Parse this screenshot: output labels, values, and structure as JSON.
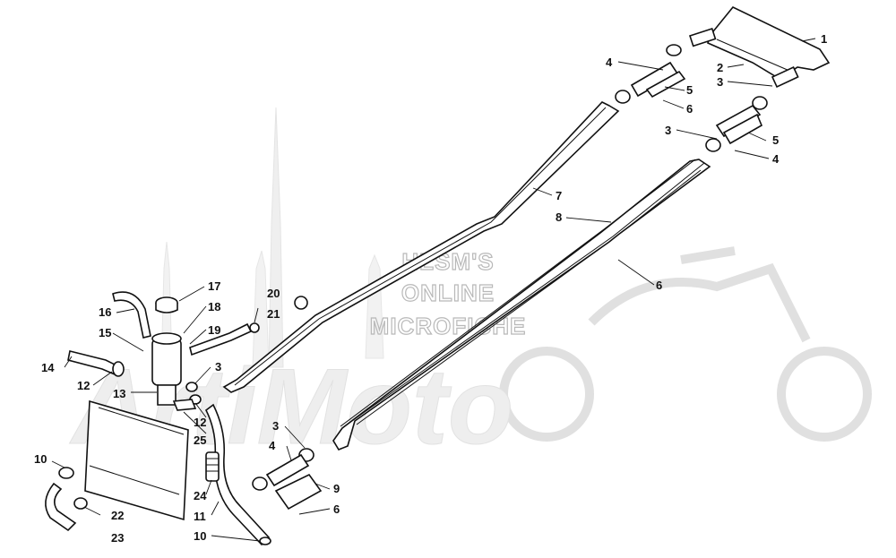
{
  "watermark": {
    "line1": "HLSM'S",
    "line2": "ONLINE",
    "line3": "MICROFICHE",
    "logo": "ArtiMoto"
  },
  "callouts": [
    {
      "id": "c1",
      "text": "1"
    },
    {
      "id": "c2",
      "text": "2"
    },
    {
      "id": "c3a",
      "text": "3"
    },
    {
      "id": "c3b",
      "text": "3"
    },
    {
      "id": "c3c",
      "text": "3"
    },
    {
      "id": "c3d",
      "text": "3"
    },
    {
      "id": "c4a",
      "text": "4"
    },
    {
      "id": "c4b",
      "text": "4"
    },
    {
      "id": "c4c",
      "text": "4"
    },
    {
      "id": "c5a",
      "text": "5"
    },
    {
      "id": "c5b",
      "text": "5"
    },
    {
      "id": "c6a",
      "text": "6"
    },
    {
      "id": "c6b",
      "text": "6"
    },
    {
      "id": "c6c",
      "text": "6"
    },
    {
      "id": "c7",
      "text": "7"
    },
    {
      "id": "c8",
      "text": "8"
    },
    {
      "id": "c9",
      "text": "9"
    },
    {
      "id": "c10a",
      "text": "10"
    },
    {
      "id": "c10b",
      "text": "10"
    },
    {
      "id": "c11",
      "text": "11"
    },
    {
      "id": "c12a",
      "text": "12"
    },
    {
      "id": "c12b",
      "text": "12"
    },
    {
      "id": "c13",
      "text": "13"
    },
    {
      "id": "c14",
      "text": "14"
    },
    {
      "id": "c15",
      "text": "15"
    },
    {
      "id": "c16",
      "text": "16"
    },
    {
      "id": "c17",
      "text": "17"
    },
    {
      "id": "c18",
      "text": "18"
    },
    {
      "id": "c19",
      "text": "19"
    },
    {
      "id": "c20",
      "text": "20"
    },
    {
      "id": "c21",
      "text": "21"
    },
    {
      "id": "c22",
      "text": "22"
    },
    {
      "id": "c23",
      "text": "23"
    },
    {
      "id": "c24",
      "text": "24"
    },
    {
      "id": "c25",
      "text": "25"
    }
  ]
}
